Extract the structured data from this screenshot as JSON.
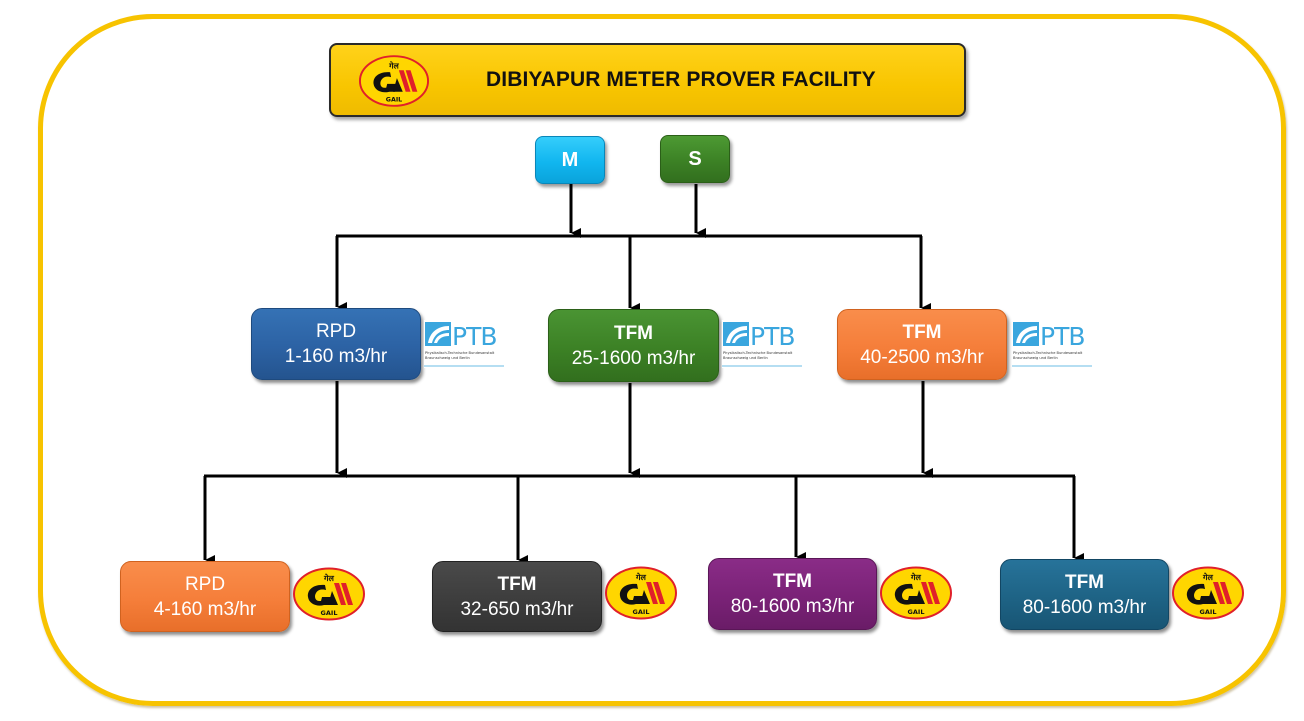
{
  "title": "DIBIYAPUR METER PROVER FACILITY",
  "logos": {
    "gail": {
      "icon": "gail-logo-icon",
      "hindi_text": "गेल",
      "text": "GAIL"
    },
    "ptb": {
      "icon": "ptb-logo-icon",
      "text": "PTB",
      "subtitle_line1": "Physikalisch-Technische Bundesanstalt",
      "subtitle_line2": "Braunschweig und Berlin"
    }
  },
  "sources": [
    {
      "label": "M",
      "color": "#11b6ef"
    },
    {
      "label": "S",
      "color": "#3c8125"
    }
  ],
  "reference_provers": [
    {
      "type": "RPD",
      "range": "1-160 m3/hr",
      "color": "#2e64a8",
      "traceability": "PTB"
    },
    {
      "type": "TFM",
      "range": "25-1600 m3/hr",
      "color": "#3c8125",
      "traceability": "PTB"
    },
    {
      "type": "TFM",
      "range": "40-2500 m3/hr",
      "color": "#f57e3a",
      "traceability": "PTB"
    }
  ],
  "working_provers": [
    {
      "type": "RPD",
      "range": "4-160 m3/hr",
      "color": "#f57e3a",
      "traceability": "GAIL"
    },
    {
      "type": "TFM",
      "range": "32-650 m3/hr",
      "color": "#3d3d3d",
      "traceability": "GAIL"
    },
    {
      "type": "TFM",
      "range": "80-1600 m3/hr",
      "color": "#7a2277",
      "traceability": "GAIL"
    },
    {
      "type": "TFM",
      "range": "80-1600 m3/hr",
      "color": "#1e6385",
      "traceability": "GAIL"
    }
  ],
  "colors": {
    "frame": "#f7c300",
    "title_bar": "#f8c500",
    "connector": "#000000"
  }
}
